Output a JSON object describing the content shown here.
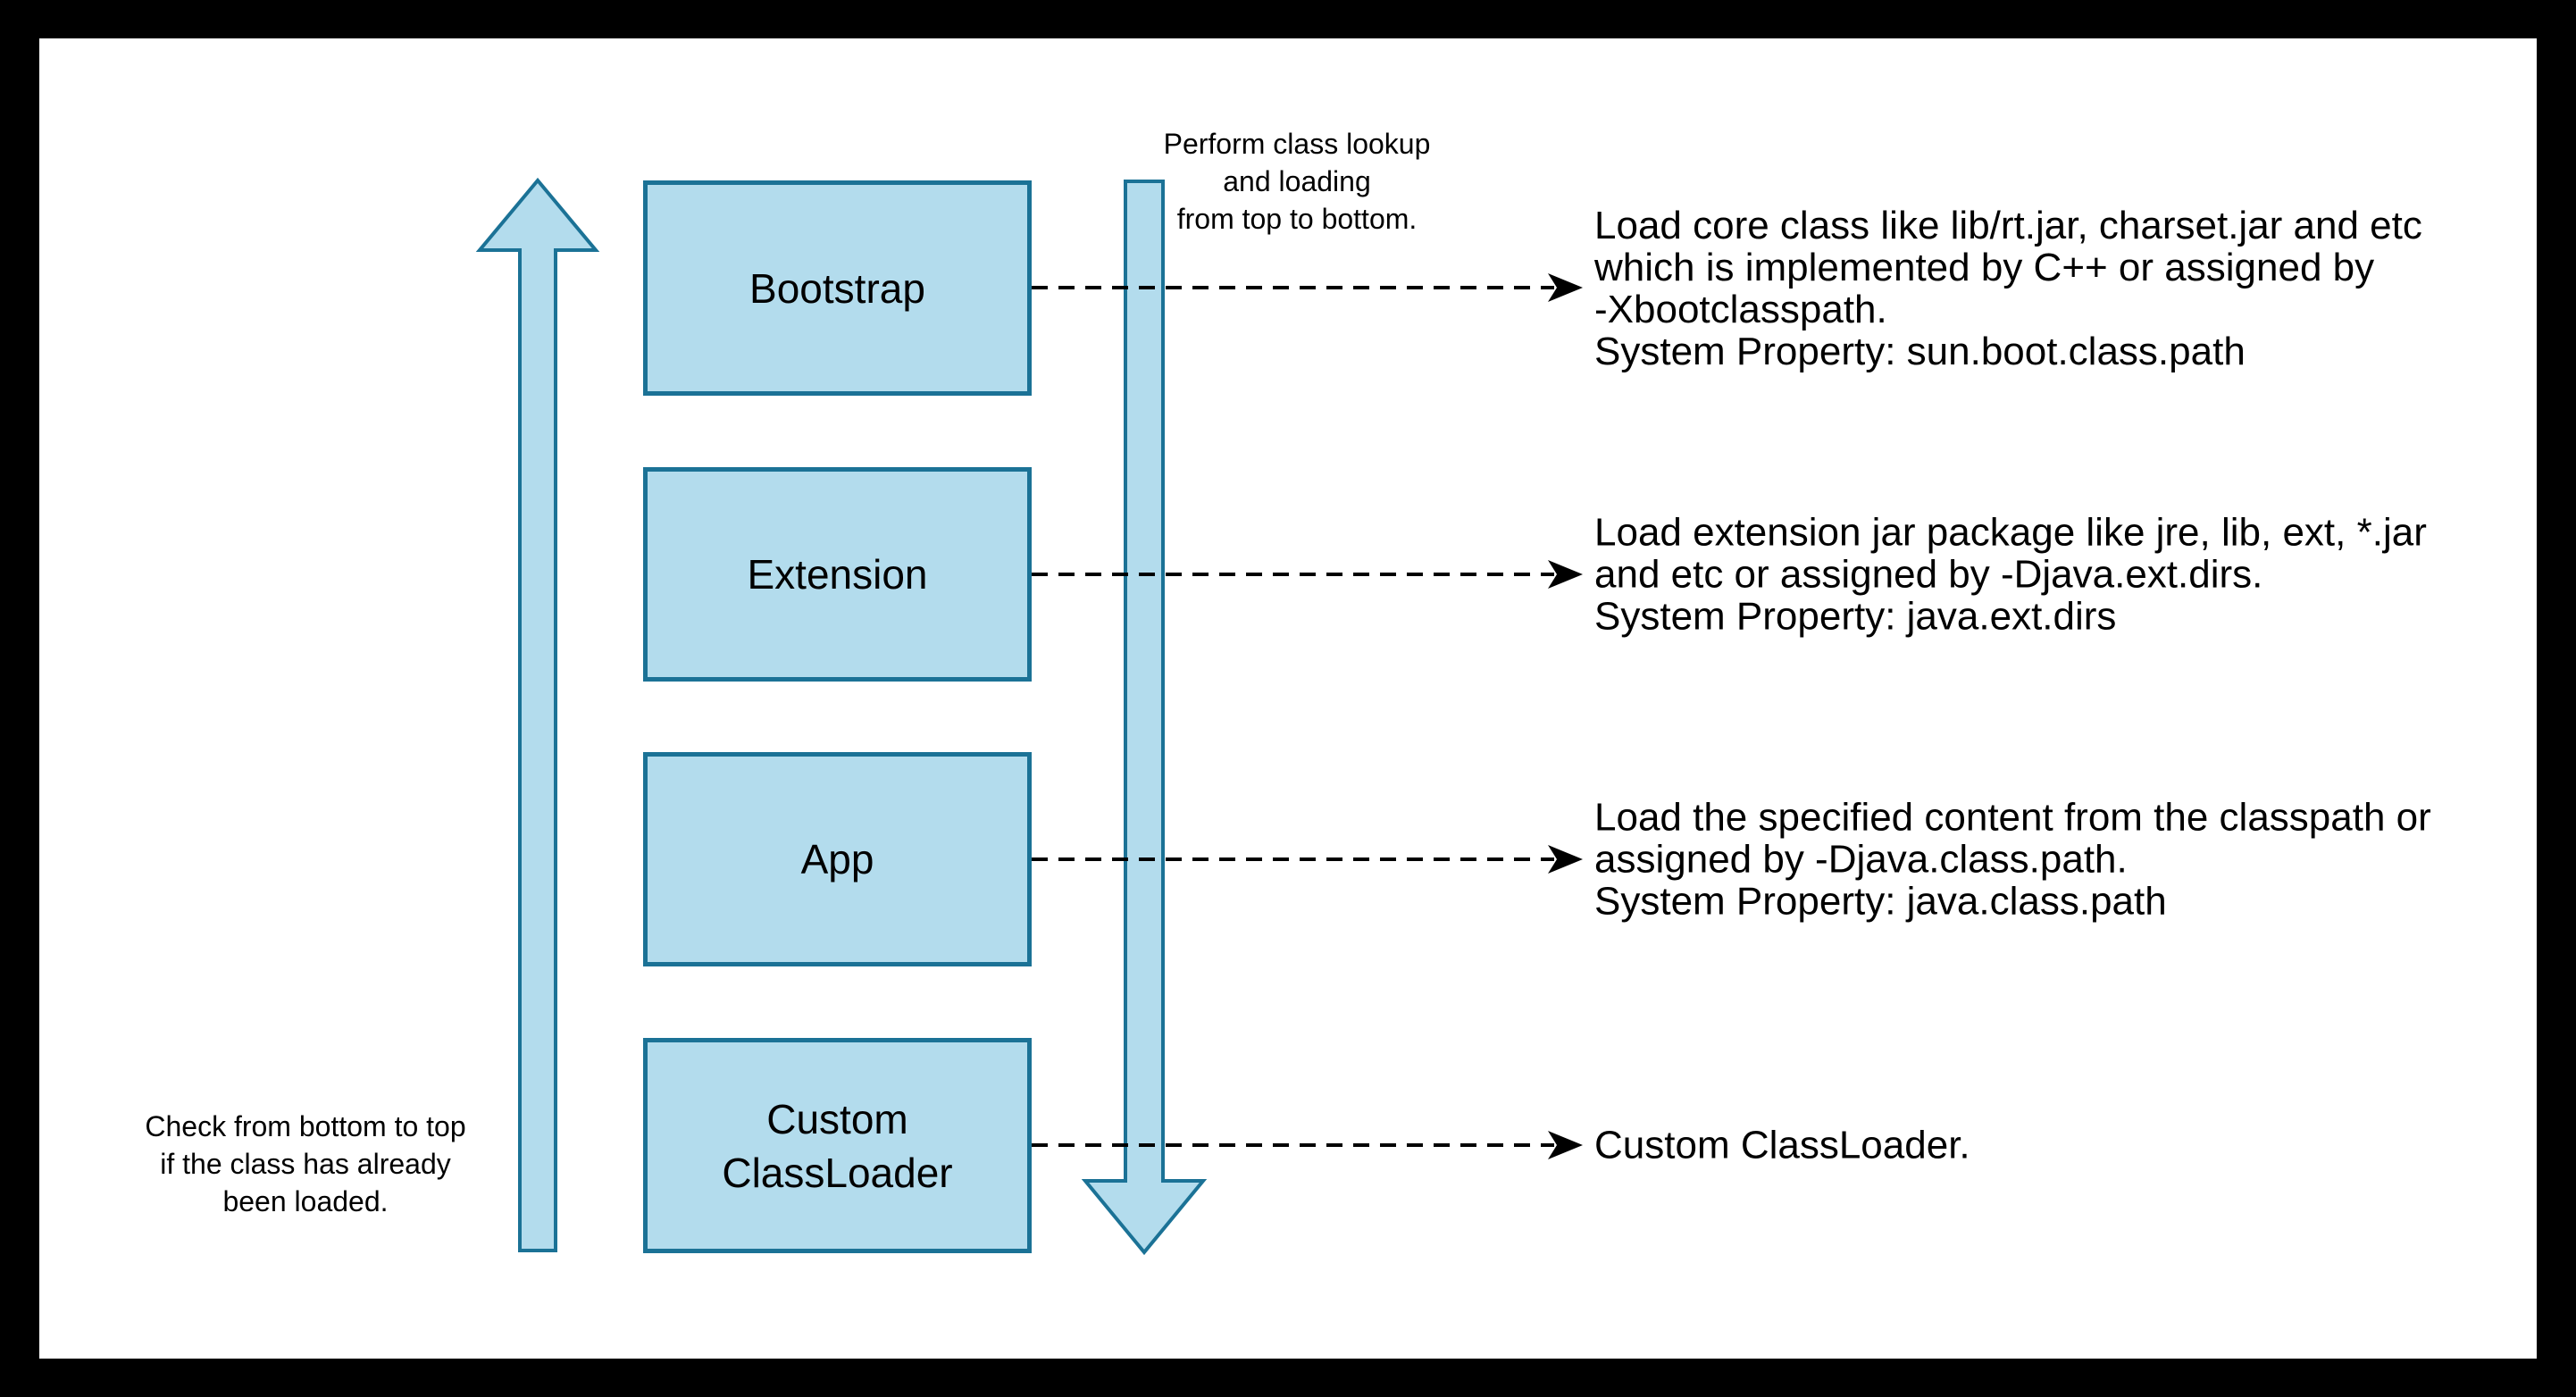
{
  "colors": {
    "frame_background": "#000000",
    "surface": "#ffffff",
    "shape_fill": "#B3DCED",
    "shape_stroke": "#1B7296",
    "connector": "#000000",
    "text": "#000000"
  },
  "notes": {
    "lookup_flow": "Perform class lookup\nand loading\nfrom top to bottom.",
    "check_flow": "Check from bottom to top\nif the class has already\nbeen loaded."
  },
  "loaders": [
    {
      "label": "Bootstrap",
      "description": "Load core class like lib/rt.jar, charset.jar and etc\nwhich is implemented by C++ or assigned by\n-Xbootclasspath.\nSystem Property: sun.boot.class.path"
    },
    {
      "label": "Extension",
      "description": "Load extension jar package like jre, lib, ext, *.jar\nand etc or assigned by -Djava.ext.dirs.\nSystem Property: java.ext.dirs"
    },
    {
      "label": "App",
      "description": "Load the specified content from the classpath or\nassigned by -Djava.class.path.\nSystem Property: java.class.path"
    },
    {
      "label": "Custom\nClassLoader",
      "description": "Custom ClassLoader."
    }
  ]
}
